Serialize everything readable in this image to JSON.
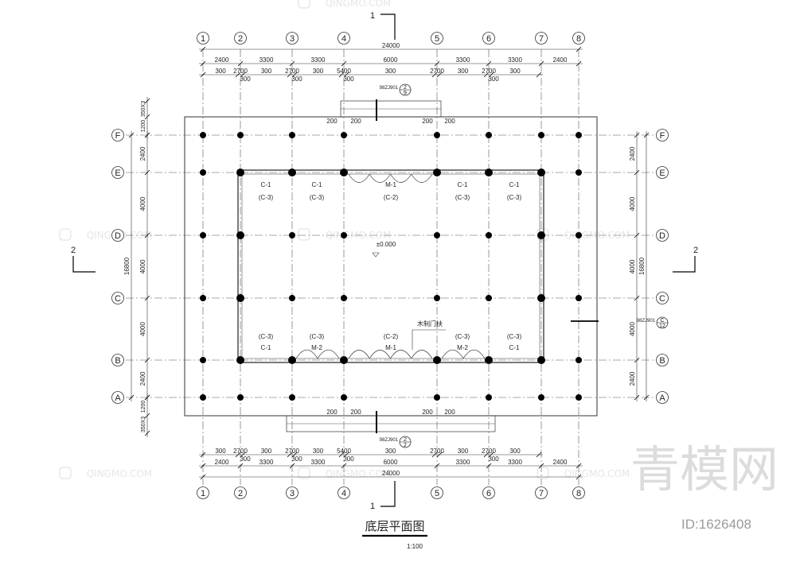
{
  "title": "底层平面图",
  "scale": "1:100",
  "elevation": "±0.000",
  "door_note": "木制门扶",
  "section_marks": {
    "vertical": "1",
    "horizontal": "2"
  },
  "axes_x": [
    "1",
    "2",
    "3",
    "4",
    "5",
    "6",
    "7",
    "8"
  ],
  "axes_y": [
    "F",
    "E",
    "D",
    "C",
    "B",
    "A"
  ],
  "dims_top": {
    "total": "24000",
    "row2": [
      "2400",
      "3300",
      "3300",
      "6000",
      "3300",
      "3300",
      "2400"
    ],
    "row3": [
      "300",
      "2700",
      "300",
      "2700",
      "300",
      "5400",
      "300",
      "2700",
      "300",
      "2700",
      "300"
    ],
    "row4": [
      "300",
      "300",
      "300",
      "300"
    ]
  },
  "dims_bottom": {
    "total": "24000",
    "row2": [
      "2400",
      "3300",
      "3300",
      "6000",
      "3300",
      "3300",
      "2400"
    ],
    "row3": [
      "300",
      "2700",
      "300",
      "2700",
      "300",
      "5400",
      "300",
      "2700",
      "300",
      "2700",
      "300"
    ],
    "row4": [
      "300",
      "300",
      "300",
      "300"
    ]
  },
  "dims_left": {
    "total": "16800",
    "spans": [
      "2400",
      "4000",
      "4000",
      "4000",
      "2400"
    ],
    "extra_top": [
      "350X3",
      "1200"
    ],
    "extra_bottom": [
      "1200",
      "350X3"
    ]
  },
  "dims_right": {
    "total": "16800",
    "spans": [
      "2400",
      "4000",
      "4000",
      "4000",
      "2400"
    ]
  },
  "detail_refs": [
    {
      "ref": "98ZJ901",
      "num": "2",
      "sheet": "9"
    },
    {
      "ref": "98ZJ901",
      "num": "2",
      "sheet": "2"
    },
    {
      "ref": "98ZJ901",
      "num": "C",
      "sheet": "12"
    }
  ],
  "step_dims": [
    "200",
    "200",
    "200",
    "200"
  ],
  "top_openings": [
    {
      "line1": "C-1",
      "line2": "(C-3)"
    },
    {
      "line1": "C-1",
      "line2": "(C-3)"
    },
    {
      "line1": "M-1",
      "line2": "(C-2)"
    },
    {
      "line1": "C-1",
      "line2": "(C-3)"
    },
    {
      "line1": "C-1",
      "line2": "(C-3)"
    }
  ],
  "bottom_openings": [
    {
      "line1": "(C-3)",
      "line2": "C-1"
    },
    {
      "line1": "(C-3)",
      "line2": "M-2"
    },
    {
      "line1": "(C-2)",
      "line2": "M-1"
    },
    {
      "line1": "(C-3)",
      "line2": "M-2"
    },
    {
      "line1": "(C-3)",
      "line2": "C-1"
    }
  ],
  "watermark": {
    "brand_latin": "QINGMO.COM",
    "brand_cn": "青模网",
    "big_cn": "青模网",
    "id": "ID:1626408"
  }
}
